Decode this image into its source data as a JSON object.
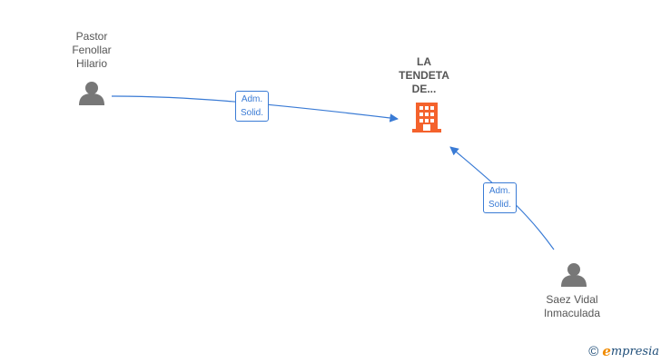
{
  "nodes": {
    "person1": {
      "lines": [
        "Pastor",
        "Fenollar",
        "Hilario"
      ],
      "icon": "person-icon"
    },
    "company": {
      "lines": [
        "LA",
        "TENDETA",
        "DE..."
      ],
      "icon": "building-icon",
      "color": "#f4622c"
    },
    "person2": {
      "lines": [
        "Saez Vidal",
        "Inmaculada"
      ],
      "icon": "person-icon"
    }
  },
  "edges": [
    {
      "from": "person1",
      "to": "company",
      "label": [
        "Adm.",
        "Solid."
      ]
    },
    {
      "from": "person2",
      "to": "company",
      "label": [
        "Adm.",
        "Solid."
      ]
    }
  ],
  "colors": {
    "edge": "#3a7bd5",
    "person": "#777777",
    "company": "#f4622c"
  },
  "footer": {
    "copyright": "©",
    "brand_initial": "e",
    "brand_rest": "mpresia"
  }
}
